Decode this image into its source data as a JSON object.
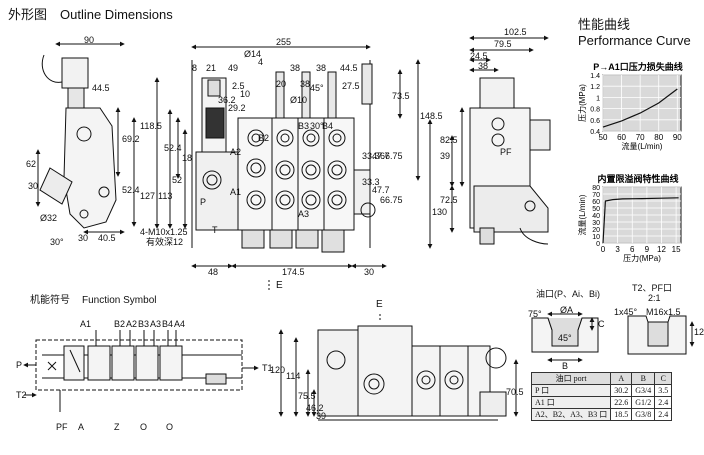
{
  "outline": {
    "title_cn": "外形图",
    "title_en": "Outline Dimensions"
  },
  "performance": {
    "title_cn": "性能曲线",
    "title_en": "Performance Curve"
  },
  "function_symbol": {
    "title_cn": "机能符号",
    "title_en": "Function Symbol",
    "top_ports": [
      "A1",
      "B2",
      "A2",
      "B3",
      "A3",
      "B4",
      "A4"
    ],
    "left_ports": [
      "P",
      "T2"
    ],
    "right_ports": [
      "T1"
    ],
    "bottom_labels": [
      "PF",
      "A",
      "Z",
      "O",
      "O"
    ]
  },
  "dims_side": [
    "90",
    "44.5",
    "69.2",
    "52.4",
    "40.5",
    "30",
    "62",
    "30",
    "Ø32",
    "30°"
  ],
  "dims_front_top": [
    "255",
    "Ø14",
    "4",
    "8",
    "21",
    "49",
    "38",
    "38",
    "44.5",
    "2.5",
    "10",
    "20",
    "38",
    "27.5",
    "Ø10",
    "45°",
    "30°",
    "36.2",
    "29.2"
  ],
  "dims_front_left": [
    "118.5",
    "52.4",
    "127",
    "113",
    "52",
    "18",
    "4-M10x1.25",
    "有效深12",
    "T",
    "A2",
    "B2",
    "A1",
    "P",
    "A3",
    "B4",
    "B3"
  ],
  "dims_front_right": [
    "148.5",
    "73.5",
    "66.75",
    "47.7",
    "33.3",
    "33.3",
    "47.7",
    "66.75",
    "130"
  ],
  "dims_front_bottom": [
    "48",
    "174.5",
    "30",
    "E"
  ],
  "dims_right_view": [
    "102.5",
    "79.5",
    "24.5",
    "38",
    "82.5",
    "39",
    "72.5",
    "PF"
  ],
  "dims_bottom_view": [
    "E",
    "120",
    "114",
    "75.5",
    "46.2",
    "39",
    "70.5"
  ],
  "chart_data": [
    {
      "type": "line",
      "title": "P→A1口压力损失曲线",
      "xlabel": "流量(L/min)",
      "ylabel": "压力(MPa)",
      "x_ticks": [
        50,
        60,
        70,
        80,
        90
      ],
      "y_ticks": [
        0.4,
        0.6,
        0.8,
        1.0,
        1.2,
        1.4
      ],
      "xlim": [
        50,
        92
      ],
      "ylim": [
        0.4,
        1.4
      ],
      "grid": true,
      "series": [
        {
          "x": [
            50,
            60,
            70,
            80,
            90
          ],
          "y": [
            0.47,
            0.58,
            0.72,
            0.9,
            1.15
          ]
        }
      ]
    },
    {
      "type": "line",
      "title": "内置限溢阀特性曲线",
      "xlabel": "压力(MPa)",
      "ylabel": "流量(L/min)",
      "x_ticks": [
        0,
        3,
        6,
        9,
        12,
        15
      ],
      "y_ticks": [
        0,
        10,
        20,
        30,
        40,
        50,
        60,
        70,
        80
      ],
      "xlim": [
        0,
        16
      ],
      "ylim": [
        0,
        80
      ],
      "grid": true,
      "series": [
        {
          "x": [
            0,
            0.5,
            2,
            4,
            8,
            12,
            15.5
          ],
          "y": [
            0,
            60,
            62,
            63,
            63.5,
            64,
            64.5
          ]
        }
      ]
    }
  ],
  "port_details": {
    "left_label": "油口(P、Ai、Bi)",
    "right_label": "T2、PF口",
    "right_scale": "2:1",
    "dims_left": [
      "75°",
      "ØA",
      "45°",
      "C",
      "B"
    ],
    "dims_right": [
      "1x45°",
      "M16x1.5",
      "12"
    ]
  },
  "port_table": {
    "headers": [
      "油口 port",
      "A",
      "B",
      "C"
    ],
    "rows": [
      [
        "P 口",
        "30.2",
        "G3/4",
        "3.5"
      ],
      [
        "A1 口",
        "22.6",
        "G1/2",
        "2.4"
      ],
      [
        "A2、B2、A3、B3 口",
        "18.5",
        "G3/8",
        "2.4"
      ]
    ]
  }
}
